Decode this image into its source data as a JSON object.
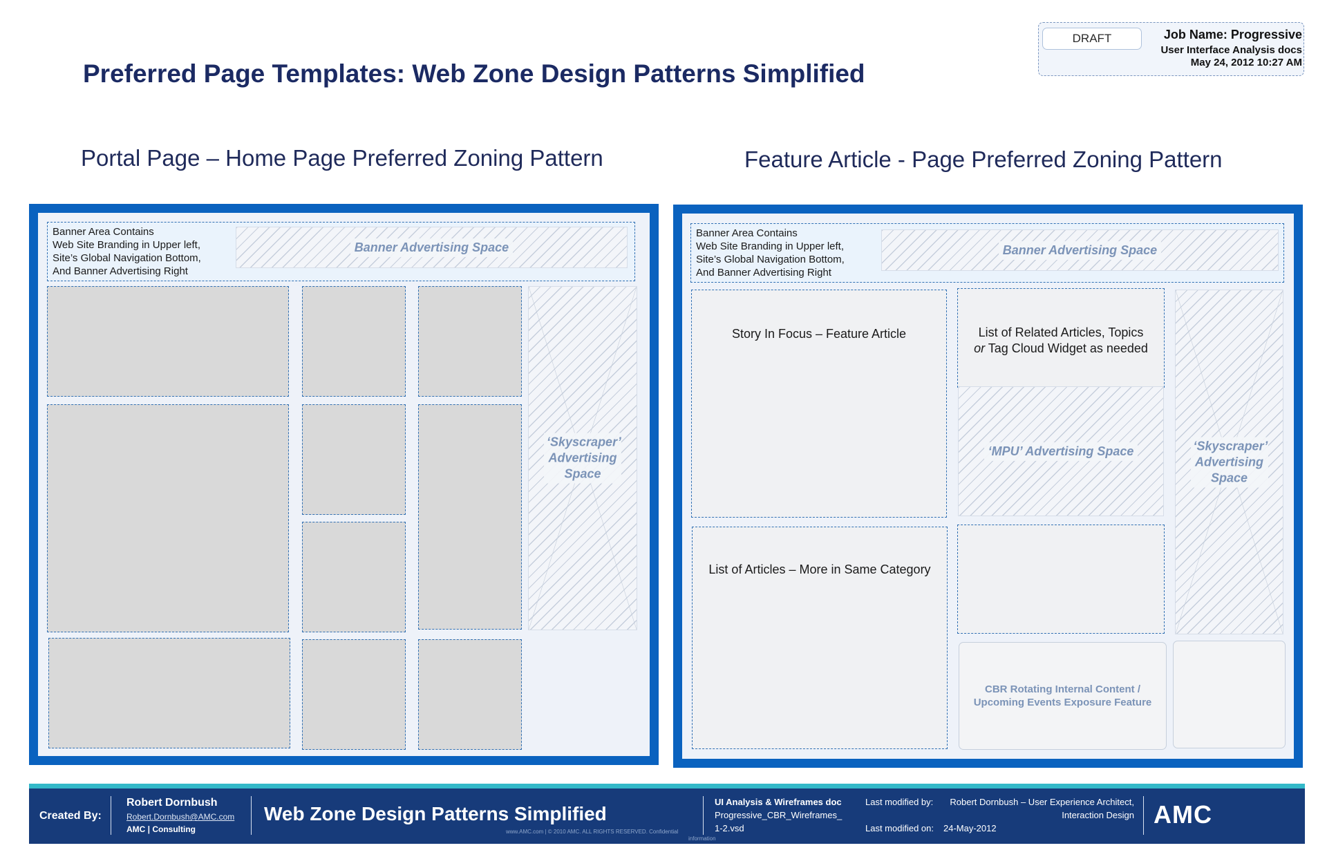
{
  "header": {
    "title": "Preferred Page Templates: Web Zone Design Patterns Simplified",
    "draft_label": "DRAFT",
    "job_name": "Job Name: Progressive",
    "job_doc": "User Interface Analysis docs",
    "job_date": "May 24, 2012 10:27 AM"
  },
  "portal": {
    "title": "Portal Page – Home Page Preferred Zoning Pattern",
    "banner_lines": [
      "Banner Area Contains",
      "Web Site Branding in Upper left,",
      "Site’s Global  Navigation Bottom,",
      "And Banner Advertising Right"
    ],
    "banner_ad": "Banner Advertising Space",
    "skyscraper": [
      "‘Skyscraper’",
      "Advertising",
      "Space"
    ]
  },
  "feature": {
    "title": "Feature Article - Page Preferred Zoning Pattern",
    "banner_lines": [
      "Banner Area Contains",
      "Web Site Branding in Upper left,",
      "Site’s Global  Navigation Bottom,",
      "And Banner Advertising Right"
    ],
    "banner_ad": "Banner Advertising Space",
    "story": "Story In Focus – Feature Article",
    "related_line1": "List of Related Articles, Topics",
    "related_line2_em": "or",
    "related_line2_rest": " Tag Cloud Widget as needed",
    "mpu": "‘MPU’ Advertising Space",
    "skyscraper": [
      "‘Skyscraper’",
      "Advertising",
      "Space"
    ],
    "more_list": "List of Articles – More in Same Category",
    "cbr_lines": [
      "CBR Rotating Internal Content /",
      "Upcoming Events Exposure Feature"
    ]
  },
  "footer": {
    "created_by": "Created By:",
    "author": "Robert Dornbush",
    "email": "Robert.Dornbush@AMC.com",
    "org": "AMC | Consulting",
    "title": "Web Zone Design Patterns Simplified",
    "fine_print": "www.AMC.com    |   © 2010 AMC. ALL RIGHTS RESERVED.  Confidential",
    "fine_print_2": "information",
    "doc_type": "UI Analysis & Wireframes doc",
    "file_line1": "Progressive_CBR_Wireframes_",
    "file_line2": "1-2.vsd",
    "modified_by_label": "Last modified by:",
    "modified_by_line1": "Robert Dornbush – User Experience Architect,",
    "modified_by_line2": "Interaction Design",
    "modified_on_label": "Last modified on:",
    "modified_on": "24-May-2012",
    "logo": "AMC"
  },
  "colors": {
    "navy_title": "#1b2a63",
    "panel_blue": "#0a62bf",
    "zone_gray": "#d9d9d9",
    "footer_navy": "#173b7a",
    "footer_stripe": "#33b9c9",
    "ad_label": "#7b93b7"
  }
}
